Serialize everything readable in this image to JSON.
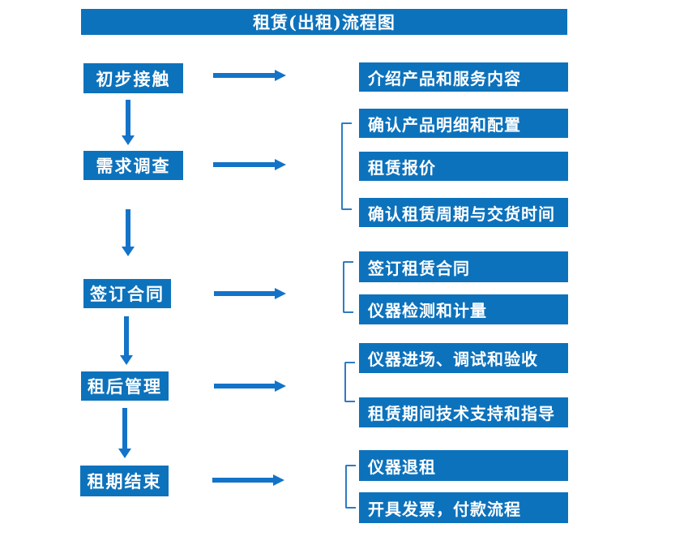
{
  "title": "租赁(出租)流程图",
  "colors": {
    "primary": "#0d72bc",
    "arrow": "#1373c8",
    "bracket": "#2e7bc4",
    "text": "#ffffff",
    "bg": "#ffffff"
  },
  "steps": [
    {
      "label": "初步接触"
    },
    {
      "label": "需求调查"
    },
    {
      "label": "签订合同"
    },
    {
      "label": "租后管理"
    },
    {
      "label": "租期结束"
    }
  ],
  "details": [
    {
      "label": "介绍产品和服务内容"
    },
    {
      "label": "确认产品明细和配置"
    },
    {
      "label": "租赁报价"
    },
    {
      "label": "确认租赁周期与交货时间"
    },
    {
      "label": "签订租赁合同"
    },
    {
      "label": "仪器检测和计量"
    },
    {
      "label": "仪器进场、调试和验收"
    },
    {
      "label": "租赁期间技术支持和指导"
    },
    {
      "label": "仪器退租"
    },
    {
      "label": "开具发票，付款流程"
    }
  ]
}
